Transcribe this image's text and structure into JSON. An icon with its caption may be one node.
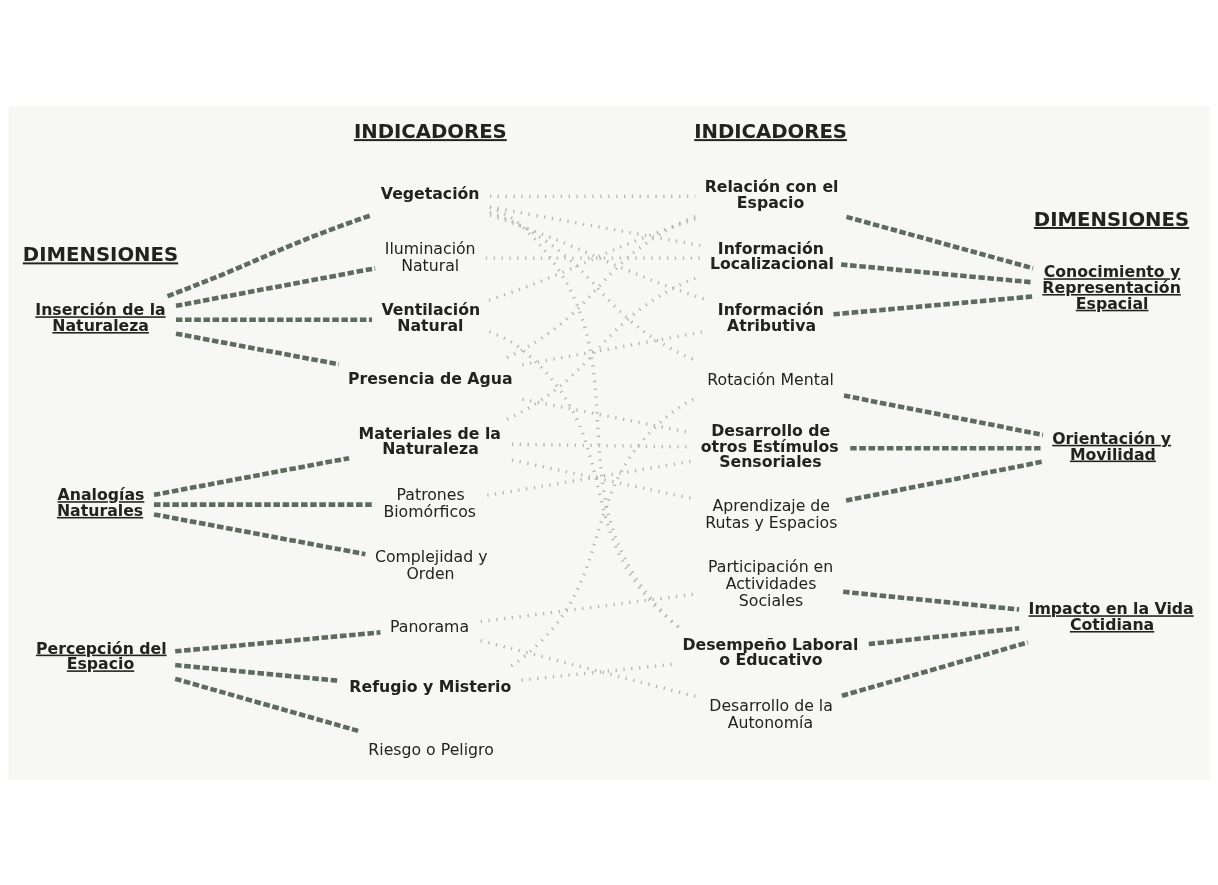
{
  "diagram": {
    "nodes": [
      {
        "text": [
          "Inserción de la Naturaleza"
        ]
      },
      {
        "text": [
          "Vegetación"
        ]
      },
      {
        "text": [
          "Iluminación Natural"
        ]
      },
      {
        "text": [
          "Ventilación Natural"
        ]
      },
      {
        "text": [
          "Presencia de Agua"
        ]
      },
      {
        "text": [
          "Analogías Naturales"
        ]
      },
      {
        "text": [
          "Materiales de la Naturaleza"
        ]
      },
      {
        "text": [
          "Patrones Biomórficos"
        ]
      },
      {
        "text": [
          "Complejidad y Orden"
        ]
      },
      {
        "text": [
          "Percepción del Espacio"
        ]
      },
      {
        "text": [
          "Panorama"
        ]
      },
      {
        "text": [
          "Refugio y Misterio"
        ]
      },
      {
        "text": [
          "Riesgo o Peligro"
        ]
      },
      {
        "text": [
          "Conocimiento y Representación Espacial"
        ]
      },
      {
        "text": [
          "Relación con el Espacio"
        ]
      },
      {
        "text": [
          "Información Localizacional"
        ]
      },
      {
        "text": [
          "Información Atributiva"
        ]
      },
      {
        "text": [
          "Orientación y Movilidad"
        ]
      },
      {
        "text": [
          "Rotación Mental"
        ]
      },
      {
        "text": [
          "Desarrollo de otros Estímulos Sensoriales"
        ]
      },
      {
        "text": [
          "Aprendizaje de Rutas y Espacios"
        ]
      },
      {
        "text": [
          "Impacto en la Vida Cotidiana"
        ]
      },
      {
        "text": [
          "Participación en Actividades Sociales"
        ]
      },
      {
        "text": [
          "Desempeño Laboral o Educativo"
        ]
      },
      {
        "text": [
          "Desarrollo de la Autonomía"
        ]
      }
    ],
    "edges": [
      {
        "from": 0,
        "to": 1,
        "arrow": "none",
        "style": "dashed",
        "color": "#5f6b60"
      },
      {
        "from": 0,
        "to": 2,
        "arrow": "none",
        "style": "dashed",
        "color": "#5f6b60"
      },
      {
        "from": 0,
        "to": 3,
        "arrow": "none",
        "style": "dashed",
        "color": "#5f6b60"
      },
      {
        "from": 0,
        "to": 4,
        "arrow": "none",
        "style": "dashed",
        "color": "#5f6b60"
      },
      {
        "from": 5,
        "to": 6,
        "arrow": "none",
        "style": "dashed",
        "color": "#5f6b60"
      },
      {
        "from": 5,
        "to": 7,
        "arrow": "none",
        "style": "dashed",
        "color": "#5f6b60"
      },
      {
        "from": 5,
        "to": 8,
        "arrow": "none",
        "style": "dashed",
        "color": "#5f6b60"
      },
      {
        "from": 9,
        "to": 10,
        "arrow": "none",
        "style": "dashed",
        "color": "#5f6b60"
      },
      {
        "from": 9,
        "to": 11,
        "arrow": "none",
        "style": "dashed",
        "color": "#5f6b60"
      },
      {
        "from": 9,
        "to": 12,
        "arrow": "none",
        "style": "dashed",
        "color": "#5f6b60"
      },
      {
        "from": 13,
        "to": 14,
        "arrow": "none",
        "style": "dashed",
        "color": "#5f6b60"
      },
      {
        "from": 13,
        "to": 15,
        "arrow": "none",
        "style": "dashed",
        "color": "#5f6b60"
      },
      {
        "from": 13,
        "to": 16,
        "arrow": "none",
        "style": "dashed",
        "color": "#5f6b60"
      },
      {
        "from": 17,
        "to": 18,
        "arrow": "none",
        "style": "dashed",
        "color": "#5f6b60"
      },
      {
        "from": 17,
        "to": 19,
        "arrow": "none",
        "style": "dashed",
        "color": "#5f6b60"
      },
      {
        "from": 17,
        "to": 20,
        "arrow": "none",
        "style": "dashed",
        "color": "#5f6b60"
      },
      {
        "from": 21,
        "to": 22,
        "arrow": "none",
        "style": "dashed",
        "color": "#5f6b60"
      },
      {
        "from": 21,
        "to": 23,
        "arrow": "none",
        "style": "dashed",
        "color": "#5f6b60"
      },
      {
        "from": 21,
        "to": 24,
        "arrow": "none",
        "style": "dashed",
        "color": "#5f6b60"
      },
      {
        "from": 1,
        "to": 14,
        "arrow": "none"
      },
      {
        "from": 1,
        "to": 15,
        "arrow": "none"
      },
      {
        "from": 1,
        "to": 16,
        "arrow": "none"
      },
      {
        "from": 1,
        "to": 18,
        "arrow": "none"
      },
      {
        "from": 1,
        "to": 23,
        "arrow": "none"
      },
      {
        "from": 2,
        "to": 15,
        "arrow": "none"
      },
      {
        "from": 3,
        "to": 14,
        "arrow": "none"
      },
      {
        "from": 3,
        "to": 23,
        "arrow": "none"
      },
      {
        "from": 4,
        "to": 14,
        "arrow": "none"
      },
      {
        "from": 4,
        "to": 16,
        "arrow": "none"
      },
      {
        "from": 4,
        "to": 19,
        "arrow": "none"
      },
      {
        "from": 6,
        "to": 15,
        "arrow": "none"
      },
      {
        "from": 6,
        "to": 19,
        "arrow": "none"
      },
      {
        "from": 6,
        "to": 20,
        "arrow": "none"
      },
      {
        "from": 7,
        "to": 19,
        "arrow": "none"
      },
      {
        "from": 10,
        "to": 22,
        "arrow": "none"
      },
      {
        "from": 10,
        "to": 24,
        "arrow": "none"
      },
      {
        "from": 11,
        "to": 23,
        "arrow": "none"
      },
      {
        "from": 11,
        "to": 18,
        "arrow": "none"
      }
    ],
    "labels": [
      "INDICADORES",
      "INDICADORES",
      "DIMENSIONES",
      "DIMENSIONES"
    ]
  }
}
